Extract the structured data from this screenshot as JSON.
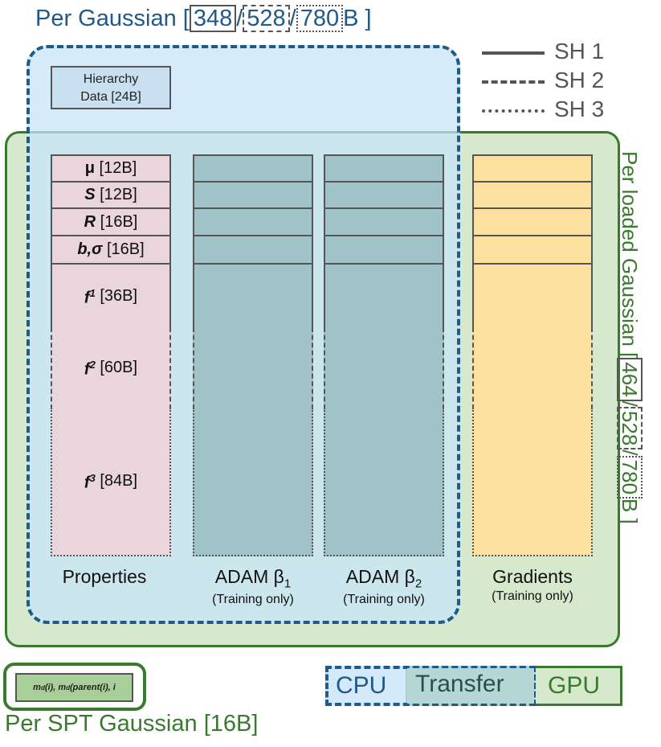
{
  "per_gaussian": {
    "prefix": "Per Gaussian [",
    "sizes": [
      "348",
      "528",
      "780"
    ],
    "suffix": "B ]",
    "sep": "/"
  },
  "legend": [
    {
      "label": "SH 1",
      "style": "solid"
    },
    {
      "label": "SH 2",
      "style": "dashed"
    },
    {
      "label": "SH 3",
      "style": "dotted"
    }
  ],
  "hierarchy": {
    "line1": "Hierarchy",
    "line2": "Data [24B]"
  },
  "properties": {
    "rows": [
      {
        "sym": "μ",
        "size": "[12B]"
      },
      {
        "sym": "S",
        "size": "[12B]"
      },
      {
        "sym": "R",
        "size": "[16B]"
      },
      {
        "sym": "b,σ",
        "size": "[16B]"
      },
      {
        "sym": "f",
        "sup": "1",
        "size": "[36B]"
      },
      {
        "sym": "f",
        "sup": "2",
        "size": "[60B]"
      },
      {
        "sym": "f",
        "sup": "3",
        "size": "[84B]"
      }
    ],
    "label": "Properties"
  },
  "adam1": {
    "label": "ADAM β",
    "sub": "1",
    "note": "(Training only)"
  },
  "adam2": {
    "label": "ADAM β",
    "sub": "2",
    "note": "(Training only)"
  },
  "gradients": {
    "label": "Gradients",
    "note": "(Training only)"
  },
  "per_loaded": {
    "prefix": "Per loaded Gaussian [",
    "sizes": [
      "464",
      "528",
      "780"
    ],
    "suffix": "B ]",
    "sep": "/"
  },
  "spt": {
    "inner": "m",
    "inner_sub1": "d",
    "inner_mid": "(i), m",
    "inner_sub2": "d",
    "inner_end": "(parent(i), i",
    "label": "Per SPT Gaussian [16B]"
  },
  "mem_legend": {
    "cpu": "CPU",
    "transfer": "Transfer",
    "gpu": "GPU"
  },
  "colors": {
    "blue": "#1f5a8a",
    "green": "#3a7a2e",
    "props": "#ead5dc",
    "adam": "#9fc3c6",
    "grad": "#fde0a0"
  }
}
